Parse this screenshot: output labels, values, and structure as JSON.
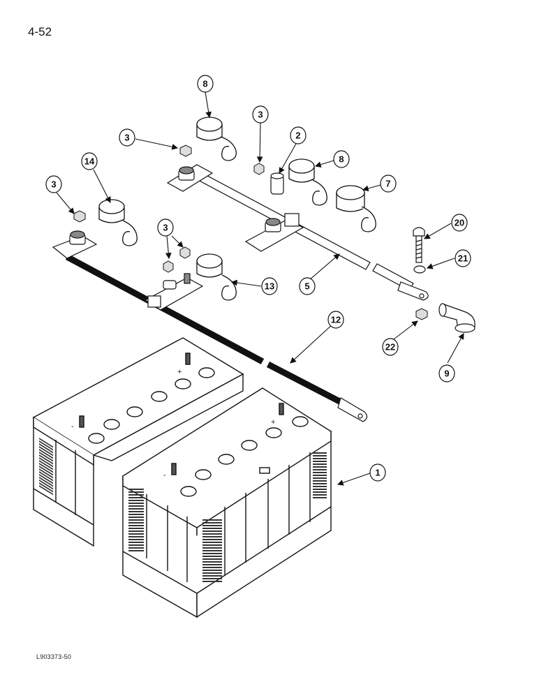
{
  "page_number": "4-52",
  "doc_code": "L903373-50",
  "callouts": [
    "8",
    "3",
    "2",
    "3",
    "8",
    "7",
    "14",
    "3",
    "20",
    "3",
    "21",
    "13",
    "5",
    "12",
    "22",
    "9",
    "1"
  ],
  "battery_terminal_signs": [
    "-",
    "+",
    "-",
    "+"
  ],
  "colors": {
    "line": "#111111",
    "background": "#ffffff"
  }
}
